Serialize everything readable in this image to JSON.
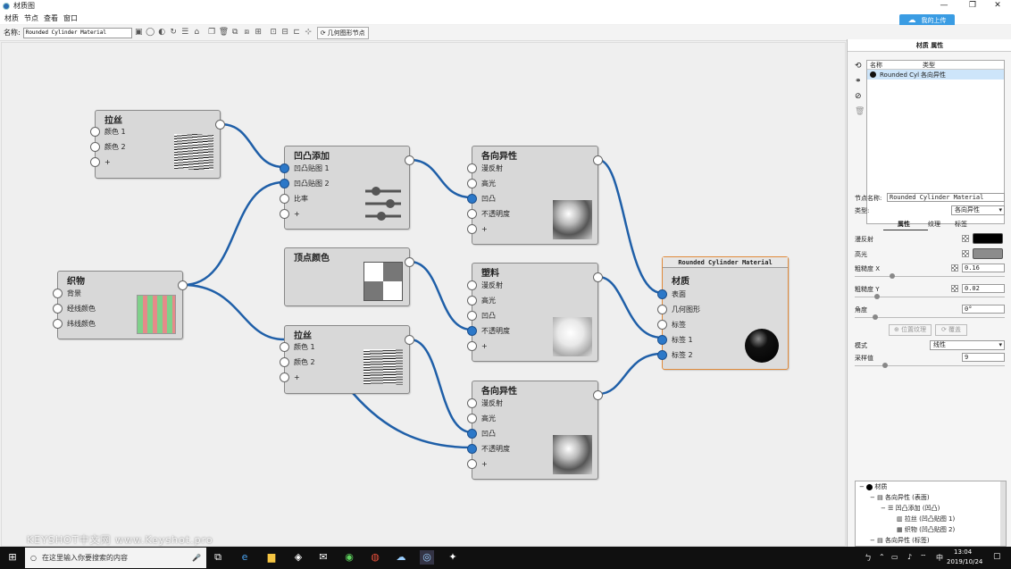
{
  "window": {
    "title": "材质图",
    "minimize": "—",
    "maximize": "❐",
    "close": "✕"
  },
  "menu": [
    "材质",
    "节点",
    "查看",
    "窗口"
  ],
  "cloud_button": "我的上传",
  "toolbar": {
    "name_label": "名称:",
    "name_value": "Rounded Cylinder Material",
    "geometry_button": "几何图形节点"
  },
  "nodes": {
    "lasi1": {
      "title": "拉丝",
      "ports": [
        "颜色 1",
        "颜色 2",
        "+"
      ]
    },
    "bump": {
      "title": "凹凸添加",
      "ports": [
        "凹凸贴图 1",
        "凹凸贴图 2",
        "比率",
        "+"
      ]
    },
    "aniso1": {
      "title": "各向异性",
      "ports": [
        "漫反射",
        "高光",
        "凹凸",
        "不透明度",
        "+"
      ]
    },
    "vertex": {
      "title": "顶点颜色"
    },
    "fabric": {
      "title": "织物",
      "ports": [
        "背景",
        "经线颜色",
        "纬线颜色"
      ]
    },
    "plastic": {
      "title": "塑料",
      "ports": [
        "漫反射",
        "高光",
        "凹凸",
        "不透明度",
        "+"
      ]
    },
    "lasi2": {
      "title": "拉丝",
      "ports": [
        "颜色 1",
        "颜色 2",
        "+"
      ]
    },
    "aniso2": {
      "title": "各向异性",
      "ports": [
        "漫反射",
        "高光",
        "凹凸",
        "不透明度",
        "+"
      ]
    },
    "material": {
      "header": "Rounded Cylinder Material",
      "title": "材质",
      "ports": [
        "表面",
        "几何图形",
        "标签",
        "标签 1",
        "标签 2"
      ]
    }
  },
  "panel": {
    "title": "材质 属性",
    "list_headers": [
      "名称",
      "类型"
    ],
    "list_row": {
      "name": "Rounded Cyl",
      "type": "各向异性"
    },
    "node_name_label": "节点名称:",
    "node_name_value": "Rounded Cylinder Material",
    "type_label": "类型:",
    "type_value": "各向异性",
    "tabs": [
      "属性",
      "纹理",
      "标签"
    ],
    "props": {
      "diffuse": "漫反射",
      "specular": "高光",
      "rough_x": "粗糙度 X",
      "rough_x_value": "0.16",
      "rough_y": "粗糙度 Y",
      "rough_y_value": "0.02",
      "angle": "角度",
      "angle_value": "0°",
      "pos_texture": "位置纹理",
      "overlay": "覆盖",
      "mode": "模式",
      "mode_value": "线性",
      "samples": "采样值",
      "samples_value": "9"
    },
    "sliders": {
      "rough_x": 0.16,
      "rough_y": 0.02,
      "angle": 0.0,
      "samples": 0.09
    },
    "colors": {
      "diffuse": "#000000",
      "specular": "#8c8c8c"
    },
    "tree": [
      "材质",
      "各向异性 (表面)",
      "凹凸添加 (凹凸)",
      "拉丝 (凹凸贴图 1)",
      "织物 (凹凸贴图 2)",
      "各向异性 (标签)"
    ]
  },
  "watermark": "KEYSHOT中文网  www.Keyshot.pro",
  "taskbar": {
    "search_placeholder": "在这里输入你要搜索的内容",
    "time": "13:04",
    "date": "2019/10/24",
    "ime": "中",
    "tray_a": "ㄅ"
  }
}
